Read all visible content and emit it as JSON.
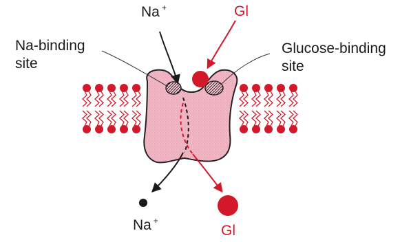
{
  "labels": {
    "na_top": "Na",
    "na_top_charge": "+",
    "gl_top": "Gl",
    "na_binding_line1": "Na-binding",
    "na_binding_line2": "site",
    "glucose_binding_line1": "Glucose-binding",
    "glucose_binding_line2": "site",
    "na_bottom": "Na",
    "na_bottom_charge": "+",
    "gl_bottom": "Gl"
  },
  "colors": {
    "ink": "#1a1a1a",
    "glucose_red": "#d3182a",
    "lipid_red": "#d3182a",
    "protein_fill": "#f3b8c6",
    "protein_outline": "#222222"
  }
}
